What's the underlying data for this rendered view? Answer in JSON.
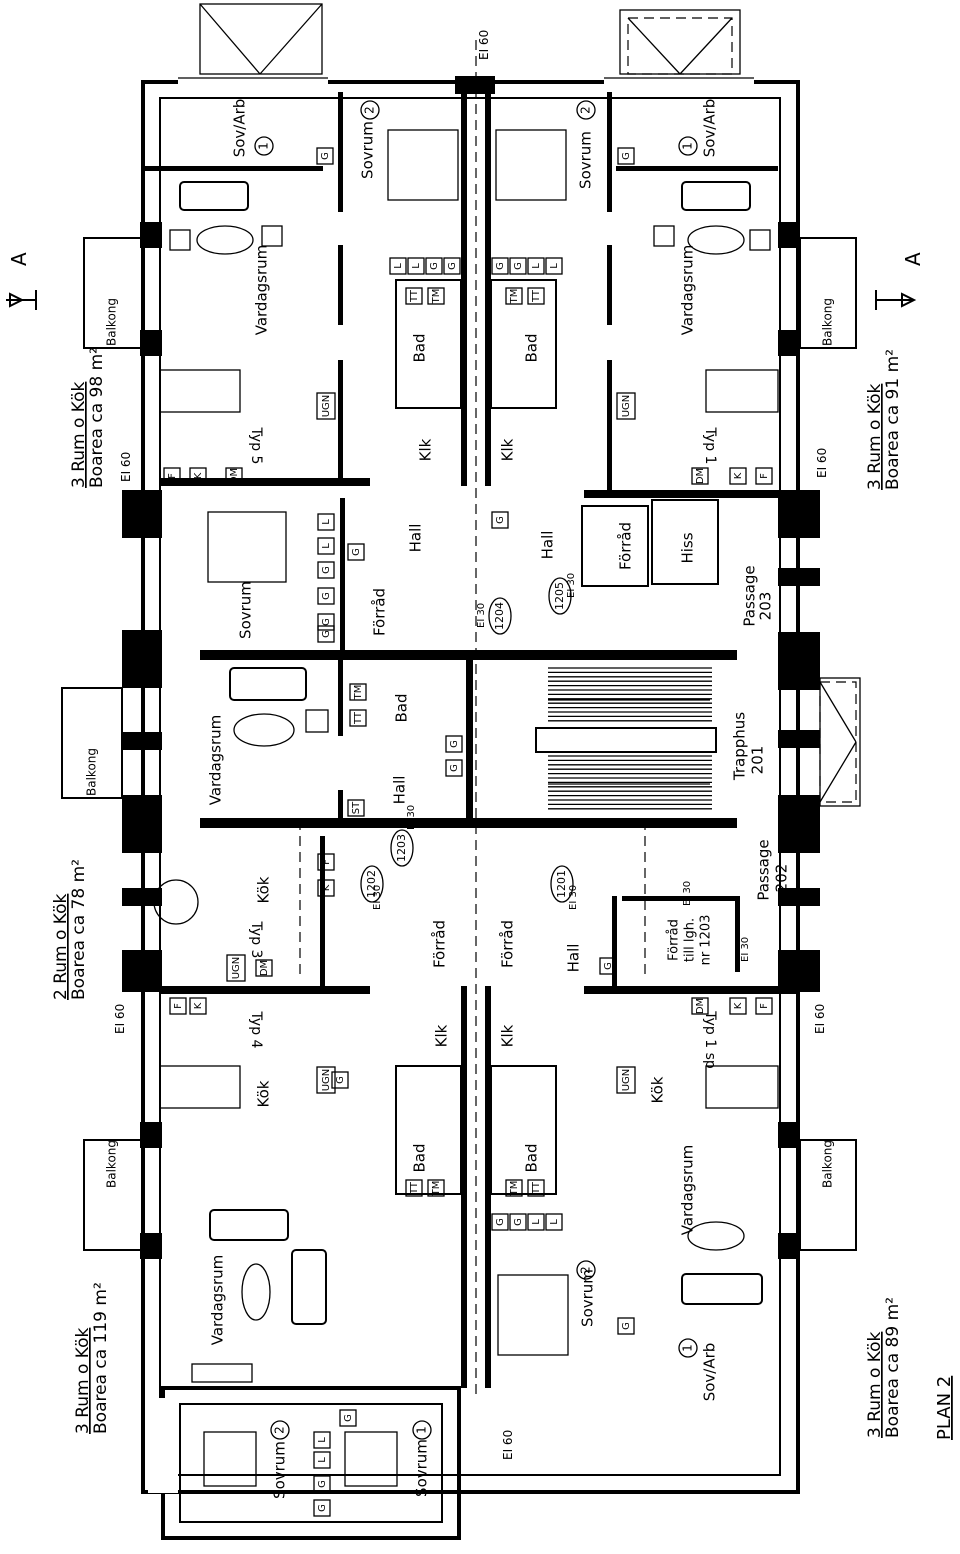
{
  "apartments": {
    "apt_98": {
      "title": "3 Rum o Kök",
      "area": "Boarea ca 98 m²"
    },
    "apt_91": {
      "title": "3 Rum o Kök",
      "area": "Boarea ca 91 m²"
    },
    "apt_78": {
      "title": "2 Rum o Kök",
      "area": "Boarea ca 78 m²"
    },
    "apt_119": {
      "title": "3 Rum o Kök",
      "area": "Boarea ca 119 m²"
    },
    "apt_89": {
      "title": "3 Rum o Kök",
      "area": "Boarea ca 89 m²"
    }
  },
  "plan_label": "PLAN 2",
  "section_marker": "A",
  "fire_ratings": {
    "ei60": "EI 60",
    "ei30": "EI 30"
  },
  "rooms": {
    "sov_arb": "Sov/Arb",
    "sovrum": "Sovrum",
    "vardagsrum": "Vardagsrum",
    "kok": "Kök",
    "bad": "Bad",
    "klk": "Klk",
    "hall": "Hall",
    "forrad": "Förråd",
    "balkong": "Balkong",
    "trapphus": "Trapphus",
    "trapphus_no": "201",
    "passage": "Passage",
    "passage_202": "202",
    "passage_203": "203",
    "hiss": "Hiss",
    "forrad_note_1": "Förråd",
    "forrad_note_2": "till lgh.",
    "forrad_note_3": "nr 1203"
  },
  "kitchen_types": {
    "typ5": "Typ 5",
    "typ1": "Typ 1",
    "typ3": "Typ 3",
    "typ4": "Typ 4",
    "typ1sp": "Typ 1 sp"
  },
  "apartment_numbers": {
    "n1201": "1201",
    "n1202": "1202",
    "n1203": "1203",
    "n1204": "1204",
    "n1205": "1205"
  },
  "room_circle_numbers": {
    "one": "1",
    "two": "2"
  },
  "fixture_labels": {
    "g": "G",
    "l": "L",
    "tt": "TT",
    "tm": "TM",
    "ugn": "UGN",
    "dm": "DM",
    "k": "K",
    "f": "F",
    "st": "ST"
  }
}
